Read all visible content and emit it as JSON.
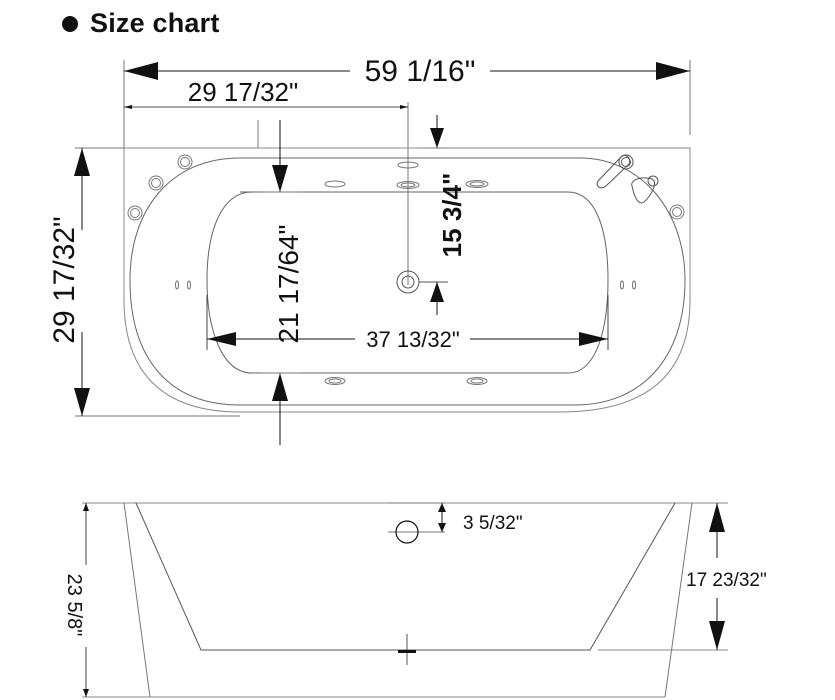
{
  "title": "Size chart",
  "top_view": {
    "overall_length": "59 1/16\"",
    "drain_offset": "29 17/32\"",
    "overall_width": "29 17/32\"",
    "inner_width": "21 17/64\"",
    "inner_length": "37 13/32\"",
    "drain_to_back": "15 3/4\""
  },
  "side_view": {
    "overall_height": "23 5/8\"",
    "overflow_depth": "3 5/32\"",
    "inner_depth": "17 23/32\""
  },
  "colors": {
    "line": "#111111",
    "thin_line": "#555555",
    "outline": "#777777"
  }
}
